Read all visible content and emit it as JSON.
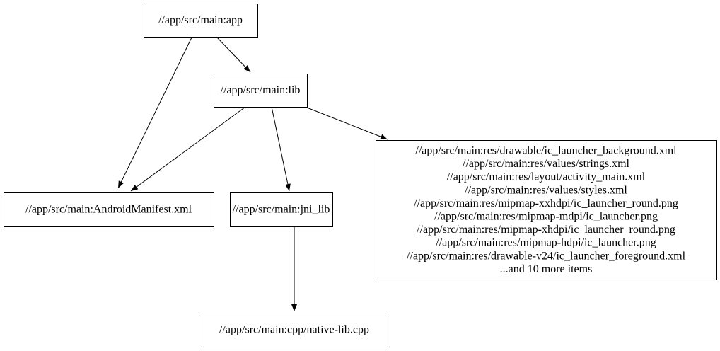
{
  "nodes": [
    {
      "id": "app",
      "lines": [
        "//app/src/main:app"
      ]
    },
    {
      "id": "lib",
      "lines": [
        "//app/src/main:lib"
      ]
    },
    {
      "id": "manifest",
      "lines": [
        "//app/src/main:AndroidManifest.xml"
      ]
    },
    {
      "id": "jni",
      "lines": [
        "//app/src/main:jni_lib"
      ]
    },
    {
      "id": "res",
      "lines": [
        "//app/src/main:res/drawable/ic_launcher_background.xml",
        "//app/src/main:res/values/strings.xml",
        "//app/src/main:res/layout/activity_main.xml",
        "//app/src/main:res/values/styles.xml",
        "//app/src/main:res/mipmap-xxhdpi/ic_launcher_round.png",
        "//app/src/main:res/mipmap-mdpi/ic_launcher.png",
        "//app/src/main:res/mipmap-xhdpi/ic_launcher_round.png",
        "//app/src/main:res/mipmap-hdpi/ic_launcher.png",
        "//app/src/main:res/drawable-v24/ic_launcher_foreground.xml",
        "...and 10 more items"
      ]
    },
    {
      "id": "cpp",
      "lines": [
        "//app/src/main:cpp/native-lib.cpp"
      ]
    }
  ],
  "edges": [
    {
      "from": "app",
      "to": "manifest"
    },
    {
      "from": "app",
      "to": "lib"
    },
    {
      "from": "lib",
      "to": "manifest"
    },
    {
      "from": "lib",
      "to": "jni"
    },
    {
      "from": "lib",
      "to": "res"
    },
    {
      "from": "jni",
      "to": "cpp"
    }
  ]
}
